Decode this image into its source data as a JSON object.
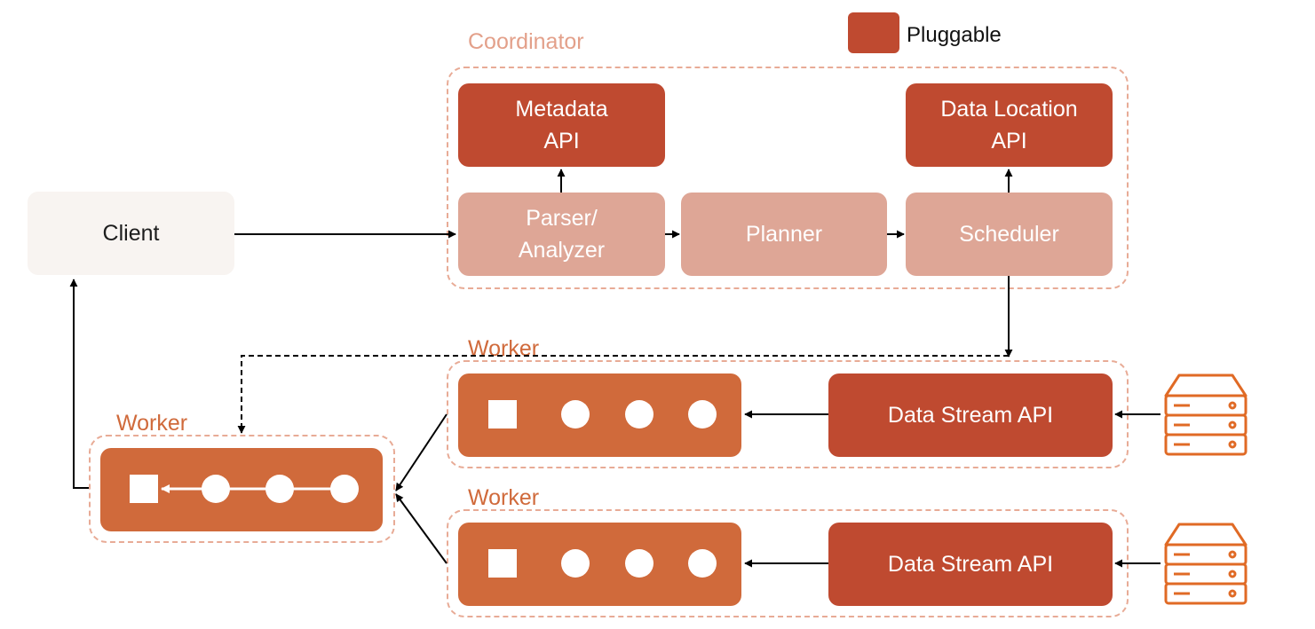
{
  "legend": {
    "label": "Pluggable",
    "color": "#bf4a30"
  },
  "client": {
    "label": "Client"
  },
  "coordinator": {
    "label": "Coordinator",
    "metadata_api": "Metadata\nAPI",
    "data_location_api": "Data Location\nAPI",
    "parser": "Parser/\nAnalyzer",
    "planner": "Planner",
    "scheduler": "Scheduler"
  },
  "workers": {
    "top": {
      "label": "Worker",
      "stream_api": "Data Stream API"
    },
    "bottom": {
      "label": "Worker",
      "stream_api": "Data Stream API"
    },
    "aggregator": {
      "label": "Worker"
    }
  },
  "colors": {
    "pluggable": "#bf4a30",
    "component": "#dea696",
    "operator": "#d06a3b",
    "border": "#e8ab96"
  }
}
